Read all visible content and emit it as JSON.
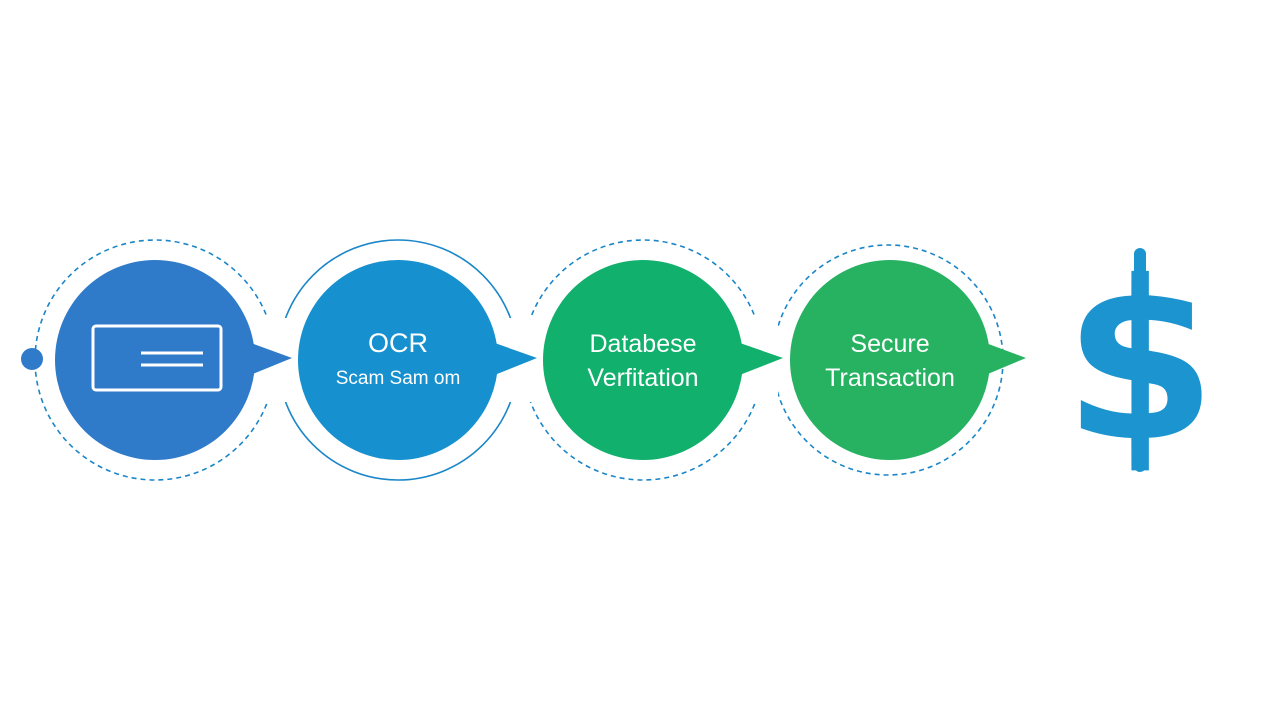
{
  "colors": {
    "background": "#ffffff",
    "outline": "#1a86c8",
    "step1": "#2f7bc9",
    "step2": "#1690cf",
    "step3": "#12b06d",
    "step4": "#27b262",
    "dollar": "#1b94cf"
  },
  "steps": [
    {
      "id": "scan",
      "icon": "card-icon",
      "lines": []
    },
    {
      "id": "ocr",
      "lines": [
        "OCR",
        "Scam Sam om"
      ]
    },
    {
      "id": "database-verification",
      "lines": [
        "Databese",
        "Verfitation"
      ]
    },
    {
      "id": "secure-transaction",
      "lines": [
        "Secure",
        "Transaction"
      ]
    }
  ],
  "end_icon": {
    "name": "dollar-icon",
    "glyph": "$"
  }
}
